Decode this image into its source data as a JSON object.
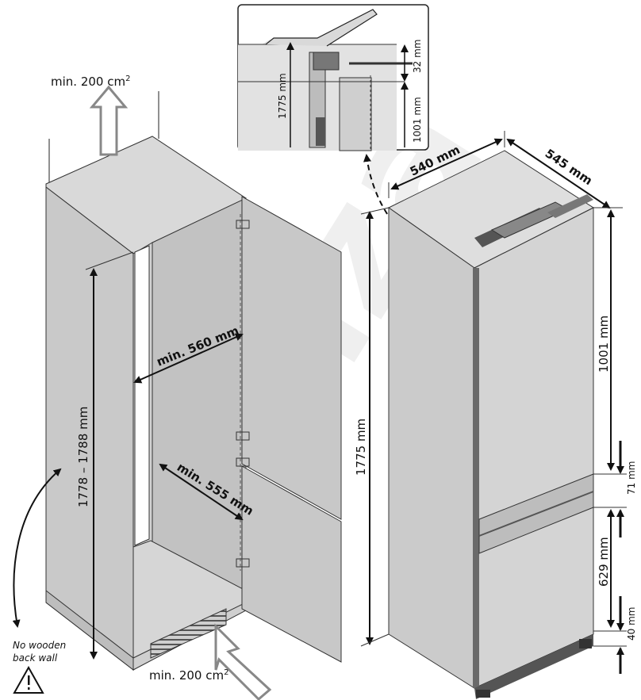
{
  "labels": {
    "vent_top": "min. 200 cm",
    "vent_top_sup": "2",
    "vent_bottom": "min. 200 cm",
    "vent_bottom_sup": "2",
    "niche_height": "1778 – 1788 mm",
    "niche_depth": "min. 560 mm",
    "niche_width": "min. 555 mm",
    "no_wooden_line1": "No wooden",
    "no_wooden_line2": "back wall",
    "detail_total_height": "1775 mm",
    "detail_gap": "32 mm",
    "detail_upper": "1001 mm",
    "fridge_width": "540 mm",
    "fridge_depth": "545 mm",
    "fridge_height": "1775 mm",
    "fridge_upper_door": "1001 mm",
    "fridge_gap_middle": "71 mm",
    "fridge_lower_door": "629 mm",
    "fridge_gap_bottom": "40 mm",
    "watermark": "alza"
  },
  "icons": [
    "arrow-up-outline-icon",
    "arrow-diagonal-outline-icon",
    "warning-triangle-icon",
    "curved-double-arrow-icon"
  ]
}
